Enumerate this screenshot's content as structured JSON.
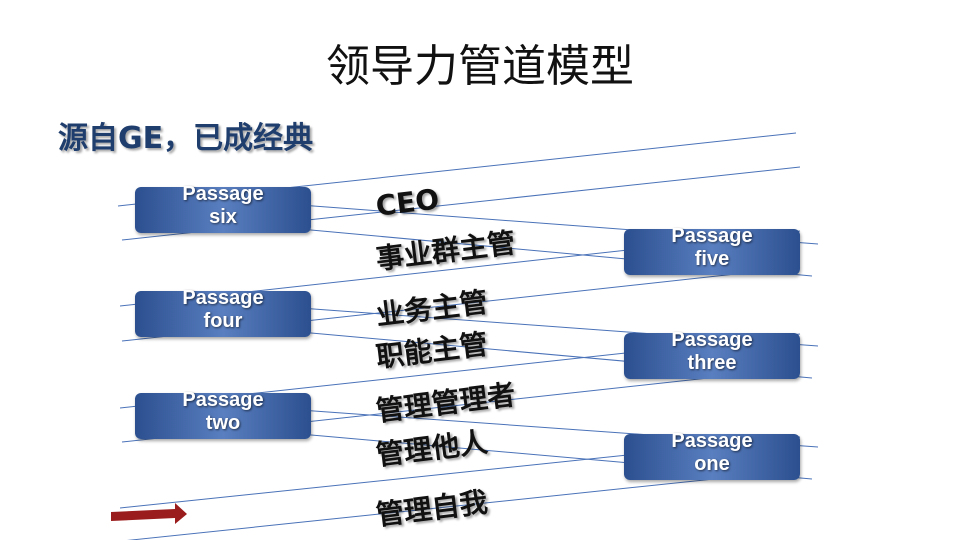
{
  "title": "领导力管道模型",
  "subtitle": "源自GE，已成经典",
  "passages": {
    "six": [
      "Passage",
      "six"
    ],
    "five": [
      "Passage",
      "five"
    ],
    "four": [
      "Passage",
      "four"
    ],
    "three": [
      "Passage",
      "three"
    ],
    "two": [
      "Passage",
      "two"
    ],
    "one": [
      "Passage",
      "one"
    ]
  },
  "stages": [
    "CEO",
    "事业群主管",
    "业务主管",
    "职能主管",
    "管理管理者",
    "管理他人",
    "管理自我"
  ],
  "colors": {
    "line": "#4a72b8",
    "box": "#2b4f8f",
    "arrow": "#9b1c1c",
    "subtitle": "#1f3e6e"
  }
}
